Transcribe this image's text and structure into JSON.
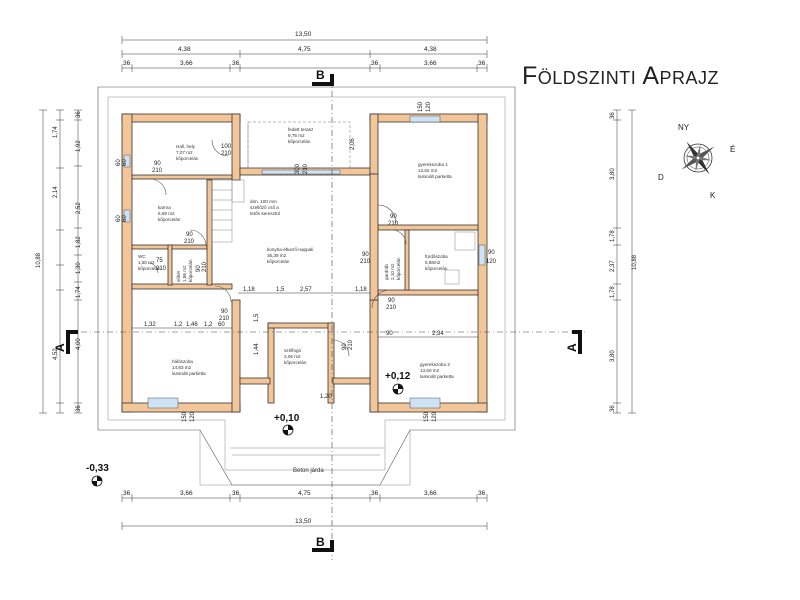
{
  "title": "Földszinti Aprajz",
  "dims_top_total": "13,50",
  "dims_top_mid": [
    "4,38",
    "4,75",
    "4,38"
  ],
  "dims_top_fine": [
    "36",
    "3,66",
    "36",
    "36",
    "3,66",
    "36"
  ],
  "dims_bottom_fine": [
    "36",
    "3,66",
    "36",
    "4,75",
    "36",
    "3,66",
    "36"
  ],
  "dims_bottom_total": "13,50",
  "dims_left_fine": [
    "36",
    "1,74",
    "1,92",
    "2,14",
    "2,52",
    "1,82",
    "1,30",
    "1,74",
    "4,52",
    "4,00",
    "36"
  ],
  "dims_left_total": "10,88",
  "dims_right": [
    "36",
    "3,80",
    "1,78",
    "2,37",
    "1,78",
    "3,80",
    "36"
  ],
  "dims_right_total": "10,88",
  "rooms": {
    "hall": [
      "Hall, hely",
      "7,07 m2",
      "kőporcelán"
    ],
    "terasz": [
      "fedett terasz",
      "9,75 m2",
      "kőporcelán"
    ],
    "gyerek1": [
      "gyerekszoba 1",
      "13,82 m2",
      "laminált parketta"
    ],
    "kamra": [
      "kamra",
      "6,69 m2",
      "kőporcelán"
    ],
    "atm": [
      "átm. 100 mm",
      "szellőző cső a",
      "tetőn keresztül"
    ],
    "konyha": [
      "konyha-étkező-nappali",
      "35,39 m2",
      "kőporcelán"
    ],
    "furdo": [
      "fürdőszoba",
      "5,88m2",
      "kőporcelán"
    ],
    "wc": [
      "WC",
      "1,80 m2",
      "kőporcelán"
    ],
    "haloszoba": [
      "hálószoba",
      "14,83 m2",
      "laminált parketta"
    ],
    "szelelo": [
      "szélfogó",
      "3,05 m2",
      "kőporcelán"
    ],
    "gyerek2": [
      "gyerekszoba 2",
      "13,60 m2",
      "laminált parketta"
    ],
    "eloter": [
      "előtér",
      "1,86 m2",
      "kőporcelán"
    ],
    "gardrob": [
      "gardrób",
      "2,10 m2",
      "kőporcelán"
    ]
  },
  "doors": {
    "d_hall": [
      "90",
      "210"
    ],
    "d_top": [
      "100",
      "210"
    ],
    "d_terrace": [
      "300",
      "210"
    ],
    "d_kamra": [
      "90",
      "210"
    ],
    "d_wc": [
      "75",
      "210"
    ],
    "d_eloter": [
      "90",
      "210"
    ],
    "d_gyer1": [
      "90",
      "210"
    ],
    "d_furdo": [
      "90",
      "210"
    ],
    "d_gyer2": [
      "90",
      "210"
    ],
    "d_halo": [
      "90",
      "210"
    ],
    "d_szel": [
      "90",
      "210"
    ],
    "w_left1": [
      "60",
      "60"
    ],
    "w_left2": [
      "60",
      "60"
    ],
    "w_top": [
      "150",
      "120"
    ],
    "w_bot_left": [
      "150",
      "120"
    ],
    "w_bot_right": [
      "150",
      "120"
    ],
    "w_right": [
      "90",
      "120"
    ]
  },
  "inner_dims": {
    "row1": [
      "1,18",
      "1,5",
      "2,57",
      "1,18"
    ],
    "row2": [
      "1,32",
      "1,2",
      "1,46",
      "1,2",
      "60"
    ],
    "row3": [
      "90",
      "2,34"
    ],
    "misc": [
      "2,06",
      "1,20",
      "1,5",
      "1,44"
    ]
  },
  "levels": {
    "center": "+0,10",
    "right": "+0,12",
    "outside": "-0,33"
  },
  "beton": "Beton járda",
  "section_labels": {
    "b_top": "B",
    "b_bottom": "B",
    "a_left": "A",
    "a_right": "A"
  },
  "compass": {
    "n": "NY",
    "e": "É",
    "s": "D",
    "w": "K"
  }
}
